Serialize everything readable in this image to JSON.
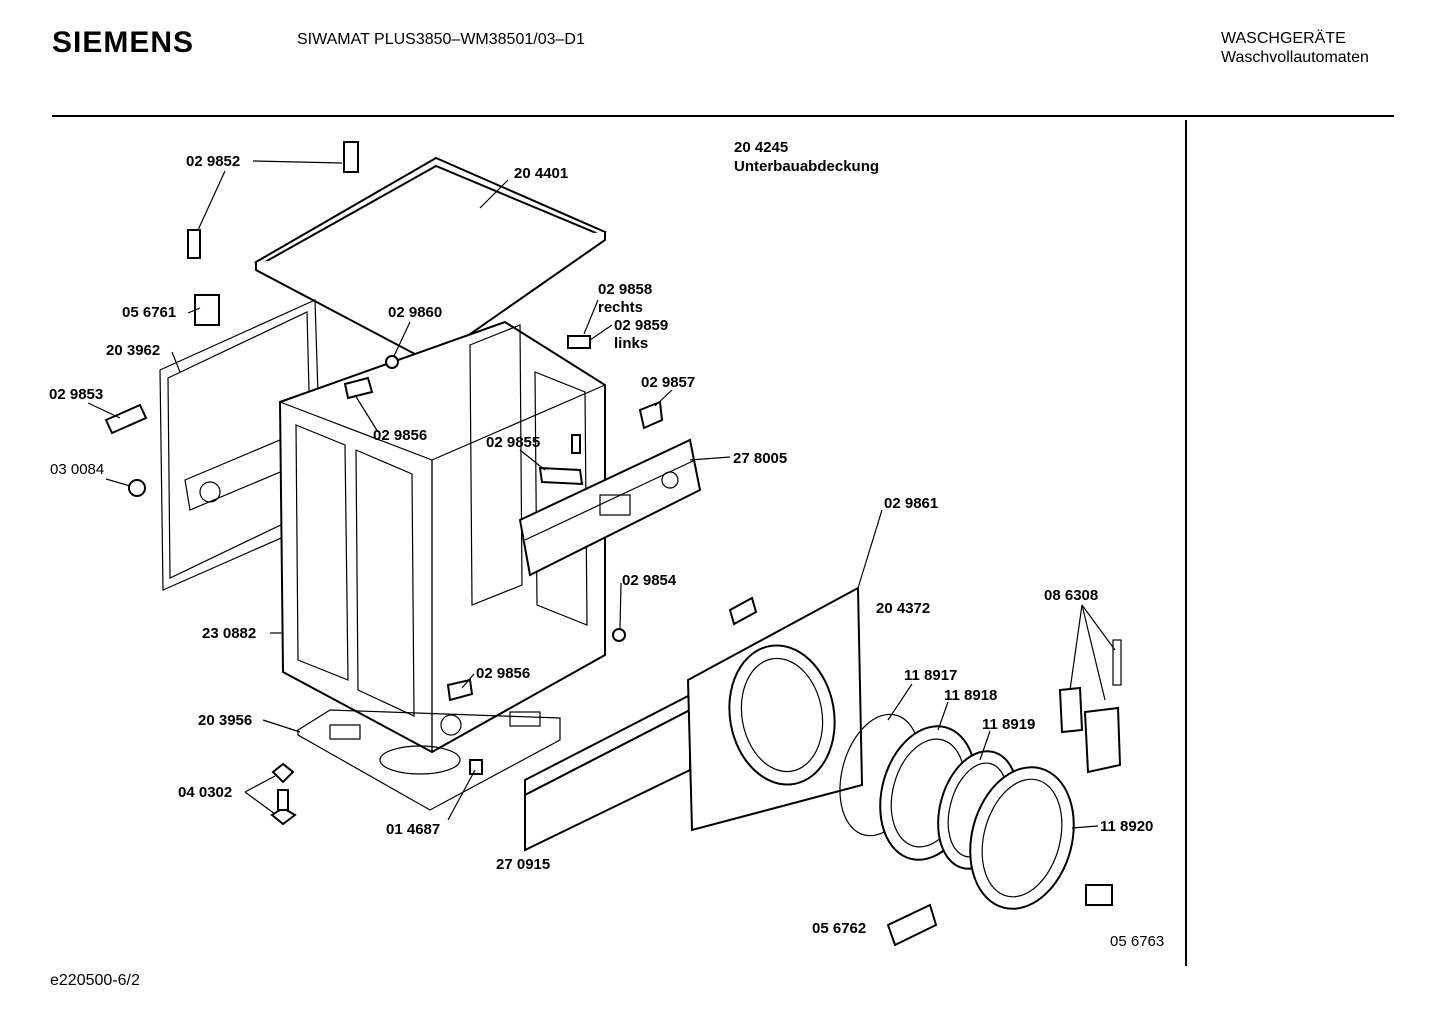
{
  "header": {
    "brand": "SIEMENS",
    "model": "SIWAMAT PLUS3850–WM38501/03–D1",
    "category_line1": "WASCHGERÄTE",
    "category_line2": "Waschvollautomaten"
  },
  "footer": {
    "doc_id": "e220500-6/2"
  },
  "parts": {
    "p1": "02 9852",
    "p2": "20 4401",
    "p3": "20 4245",
    "p3_desc": "Unterbauabdeckung",
    "p4": "05 6761",
    "p5": "02 9860",
    "p6": "02 9858",
    "p6_desc": "rechts",
    "p7": "02 9859",
    "p7_desc": "links",
    "p8": "20 3962",
    "p9": "02 9853",
    "p10": "02 9857",
    "p11": "02 9856",
    "p12": "02 9855",
    "p13": "27 8005",
    "p14": "03 0084",
    "p15": "02 9861",
    "p16": "02 9854",
    "p17": "20 4372",
    "p18": "08 6308",
    "p19": "23 0882",
    "p20": "02 9856",
    "p21": "11 8917",
    "p22": "11 8918",
    "p23": "11 8919",
    "p24": "20 3956",
    "p25": "04 0302",
    "p26": "11 8920",
    "p27": "01 4687",
    "p28": "27 0915",
    "p29": "05 6762",
    "p30": "05 6763"
  }
}
